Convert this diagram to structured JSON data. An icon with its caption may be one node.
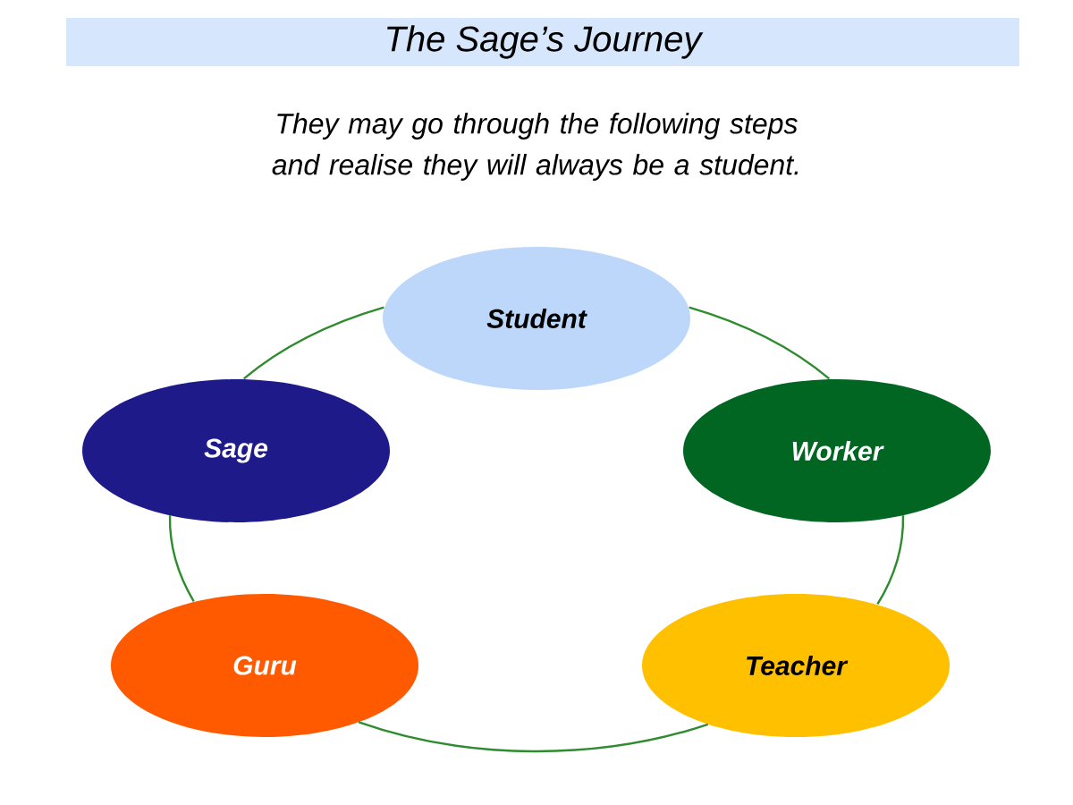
{
  "diagram": {
    "title": "The Sage’s Journey",
    "nodes": [
      {
        "text": [
          "Student"
        ]
      },
      {
        "text": [
          "Worker"
        ]
      },
      {
        "text": [
          "Teacher"
        ]
      },
      {
        "text": [
          "Guru"
        ]
      },
      {
        "text": [
          "Sage"
        ]
      }
    ],
    "edges": [
      {
        "from": 0,
        "to": 1,
        "arrow": "none"
      },
      {
        "from": 1,
        "to": 2,
        "arrow": "none"
      },
      {
        "from": 2,
        "to": 3,
        "arrow": "none"
      },
      {
        "from": 3,
        "to": 4,
        "arrow": "none"
      },
      {
        "from": 4,
        "to": 0,
        "arrow": "none"
      }
    ],
    "labels": [
      "They may go through the following steps and realise they will always be a student."
    ]
  }
}
